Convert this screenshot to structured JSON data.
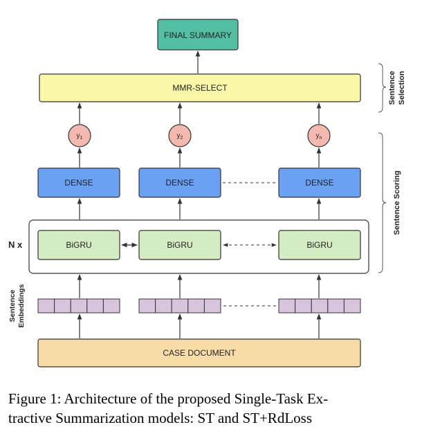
{
  "final_summary": "FINAL SUMMARY",
  "mmr_select": "MMR-SELECT",
  "outputs": [
    {
      "base": "y",
      "sub": "1"
    },
    {
      "base": "y",
      "sub": "2"
    },
    {
      "base": "y",
      "sub": "n"
    }
  ],
  "dense_label": "DENSE",
  "bigru_label": "BiGRU",
  "nx_label": "N x",
  "case_document": "CASE DOCUMENT",
  "side_labels": {
    "sentence_selection": [
      "Sentence",
      "Selection"
    ],
    "sentence_scoring": "Sentence Scoring",
    "sentence_embeddings": [
      "Sentence",
      "Embeddings"
    ]
  },
  "caption": {
    "line1": "Figure 1: Architecture of the proposed Single-Task Ex-",
    "line2": "tractive Summarization models: ST and ST+RdLoss"
  },
  "colors": {
    "final_summary": "#52bfa5",
    "mmr": "#fbf7a8",
    "output_node": "#f4b9ae",
    "dense": "#6aa1f2",
    "bigru": "#d4ecc2",
    "embedding": "#d9c4dd",
    "case_document": "#f8dca8"
  }
}
